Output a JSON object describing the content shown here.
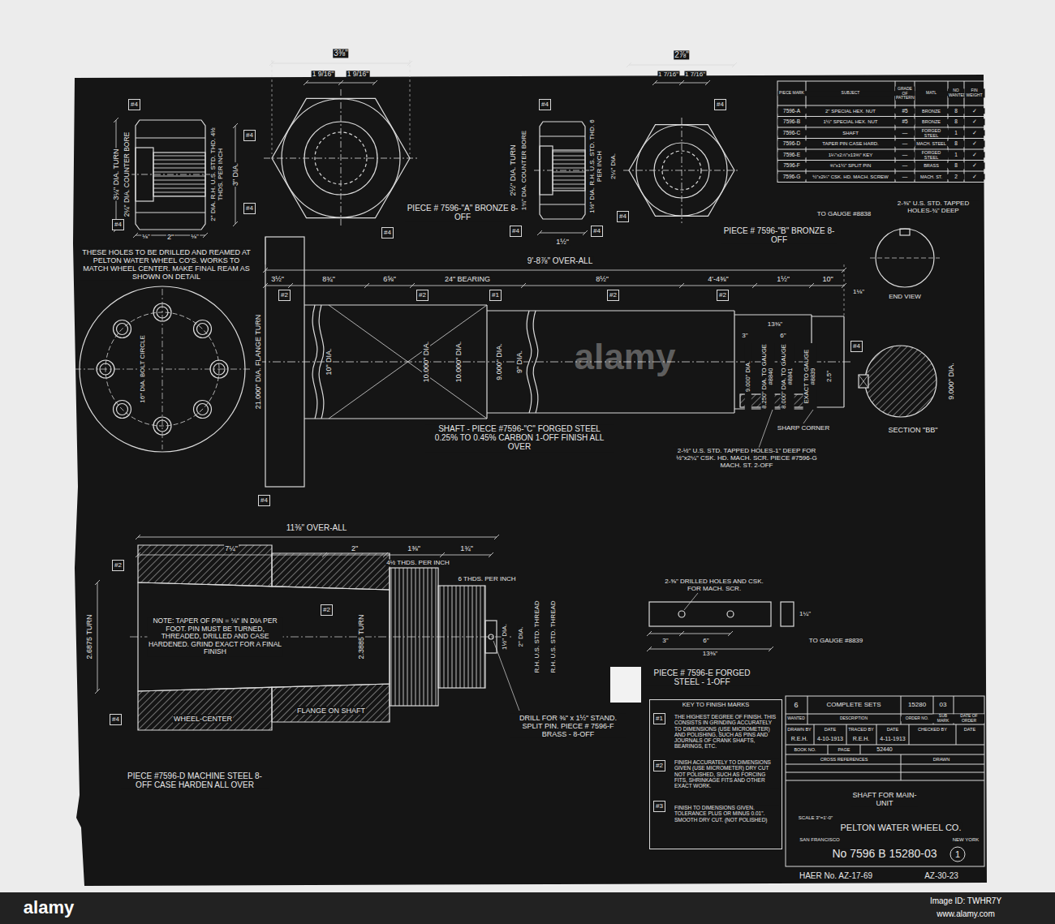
{
  "diagram": {
    "nodes": [
      {
        "text": [
          "#4"
        ]
      },
      {
        "text": [
          "#4"
        ]
      },
      {
        "text": [
          "#4"
        ]
      },
      {
        "text": [
          "#4"
        ]
      },
      {
        "text": [
          "#4"
        ]
      },
      {
        "text": [
          "#4"
        ]
      },
      {
        "text": [
          "#4"
        ]
      },
      {
        "text": [
          "#4"
        ]
      },
      {
        "text": [
          "#4"
        ]
      },
      {
        "text": [
          "#4"
        ]
      },
      {
        "text": [
          "#2"
        ]
      },
      {
        "text": [
          "#2"
        ]
      },
      {
        "text": [
          "#1"
        ]
      },
      {
        "text": [
          "#2"
        ]
      },
      {
        "text": [
          "#2"
        ]
      },
      {
        "text": [
          "#4"
        ]
      },
      {
        "text": [
          "#4"
        ]
      },
      {
        "text": [
          "#2"
        ]
      },
      {
        "text": [
          "#2"
        ]
      },
      {
        "text": [
          "#4"
        ]
      },
      {
        "text": [
          "KEY TO FINISH MARKS"
        ]
      },
      {
        "text": [
          "#1"
        ],
        "in": 20
      },
      {
        "text": [
          "#2"
        ],
        "in": 20
      },
      {
        "text": [
          "#3"
        ],
        "in": 20
      }
    ],
    "labels": [
      "3¼\" DIA. TURN",
      "2¼\" DIA. COUNTER BORE",
      "2\" DIA. R.H. U.S. STD. THD. 4½ THDS. PER INCH",
      "3\" DIA.",
      "2\"",
      "⅛\"",
      "⅛\"",
      "3⅜\"",
      "1 9/16\"",
      "1 9/16\"",
      "PIECE # 7596-\"A\" BRONZE 8-OFF",
      "2½\" DIA. TURN",
      "1¾\" DIA. COUNTER BORE",
      "1½\" DIA. R.H. U.S. STD. THD. 6 PER INCH",
      "2¼\" DIA.",
      "1½\"",
      "2⅞\"",
      "1 7/16\"",
      "1 7/16\"",
      "PIECE # 7596-\"B\" BRONZE 8-OFF",
      "PIECE MARK",
      "SUBJECT",
      "GRADE OF PATTERN",
      "MATL",
      "NO WANTED",
      "FIN WEIGHT",
      "7596-A",
      "2\" SPECIAL HEX. NUT",
      "#5",
      "BRONZE",
      "8",
      "✓",
      "7596-B",
      "1½\" SPECIAL HEX. NUT",
      "#5",
      "BRONZE",
      "8",
      "✓",
      "7596-C",
      "SHAFT",
      "—",
      "FORGED STEEL",
      "1",
      "✓",
      "7596-D",
      "TAPER PIN CASE HARD.",
      "—",
      "MACH. STEEL",
      "8",
      "✓",
      "7596-E",
      "1¼\"x2⅞\"x13⅜\" KEY",
      "—",
      "FORGED STEEL",
      "1",
      "✓",
      "7596-F",
      "⅜\"x1½\" SPLIT PIN",
      "—",
      "BRASS",
      "8",
      "✓",
      "7596-G",
      "½\"x2¼\" CSK. HD. MACH. SCREW",
      "—",
      "MACH. ST.",
      "2",
      "✓",
      "TO GAUGE #8838",
      "2-⅜\" U.S. STD. TAPPED HOLES-¾\" DEEP",
      "9'-8⅞\" OVER-ALL",
      "3½\"",
      "8¾\"",
      "6⅝\"",
      "24\" BEARING",
      "8½\"",
      "4'-4⅜\"",
      "10\"",
      "1½\"",
      "1⅛\"",
      "END VIEW",
      "SECTION \"BB\"",
      "9.000\" DIA.",
      "13⅜\"",
      "3\"",
      "6\"",
      "9.000\" DIA.",
      "8.250\" DIA. TO GAUGE #8840",
      "8.000\" DIA. TO GAUGE #8841",
      "EXACT TO GAUGE #8839",
      "2.5\"",
      "SHARP CORNER",
      "2-½\" U.S. STD. TAPPED HOLES-1\" DEEP FOR ½\"x2¼\" CSK. HD. MACH. SCR. PIECE #7596-G MACH. ST. 2-OFF",
      "10\" DIA.",
      "21.000\" DIA. FLANGE TURN",
      "10.000\" DIA.",
      "10.000\" DIA.",
      "9.000\" DIA.",
      "9\" DIA.",
      "SHAFT - PIECE #7596-\"C\" FORGED STEEL 0.25% TO 0.45% CARBON 1-OFF FINISH ALL OVER",
      "THESE HOLES TO BE DRILLED AND REAMED AT PELTON WATER WHEEL CO'S. WORKS TO MATCH WHEEL CENTER. MAKE FINAL REAM AS SHOWN ON DETAIL",
      "16\" DIA. BOLT CIRCLE",
      "2-⅝\" DRILLED HOLES AND CSK. FOR MACH. SCR.",
      "3\"",
      "6\"",
      "13⅜\"",
      "1¼\"",
      "TO GAUGE #8839",
      "PIECE # 7596-E FORGED STEEL - 1-OFF",
      "11⅜\" OVER-ALL",
      "7¼\"",
      "2\"",
      "1⅜\"",
      "1¾\"",
      "4½ THDS. PER INCH",
      "6 THDS. PER INCH",
      "R.H. U.S. STD. THREAD",
      "R.H. U.S. STD. THREAD",
      "1½\" DIA.",
      "2\" DIA.",
      "2.6875 TURN",
      "2.3885 TURN",
      "NOTE: TAPER OF PIN = ⅛\" IN DIA PER FOOT. PIN MUST BE TURNED, THREADED, DRILLED AND CASE HARDENED. GRIND EXACT FOR A FINAL FINISH",
      "WHEEL-CENTER",
      "FLANGE ON SHAFT",
      "PIECE #7596-D MACHINE STEEL 8-OFF CASE HARDEN ALL OVER",
      "DRILL FOR ⅜\" x 1½\" STAND. SPLIT PIN. PIECE # 7596-F BRASS - 8-OFF",
      "THE HIGHEST DEGREE OF FINISH. THIS CONSISTS IN GRINDING ACCURATELY TO DIMENSIONS (USE MICROMETER) AND POLISHING, SUCH AS PINS AND JOURNALS OF CRANK SHAFTS, BEARINGS, ETC.",
      "FINISH ACCURATELY TO DIMENSIONS GIVEN (USE MICROMETER) DRY CUT NOT POLISHED, SUCH AS FORCING FITS, SHRINKAGE FITS AND OTHER EXACT WORK.",
      "FINISH TO DIMENSIONS GIVEN. TOLERANCE PLUS OR MINUS 0.01\". SMOOTH DRY CUT. (NOT POLISHED)",
      "6",
      "COMPLETE SETS",
      "15280",
      "03",
      "WANTED",
      "DESCRIPTION",
      "ORDER NO.",
      "SUB MARK",
      "DATE OF ORDER",
      "DRAWN BY",
      "DATE",
      "TRACED BY",
      "DATE",
      "CHECKED BY",
      "DATE",
      "R.E.H.",
      "4-10-1913",
      "R.E.H.",
      "4-11-1913",
      "BOOK NO.",
      "PAGE",
      "52440",
      "CROSS REFERENCES",
      "DRAWN",
      "SHAFT FOR MAIN-UNIT",
      "SCALE 3\"=1'-0\"",
      "PELTON WATER WHEEL CO.",
      "SAN FRANCISCO",
      "NEW YORK",
      "No 7596 B 15280-03",
      "1",
      "HAER No. AZ-17-69",
      "AZ-30-23",
      "alamy",
      "alamy",
      "Image ID: TWHR7Y",
      "www.alamy.com"
    ]
  }
}
